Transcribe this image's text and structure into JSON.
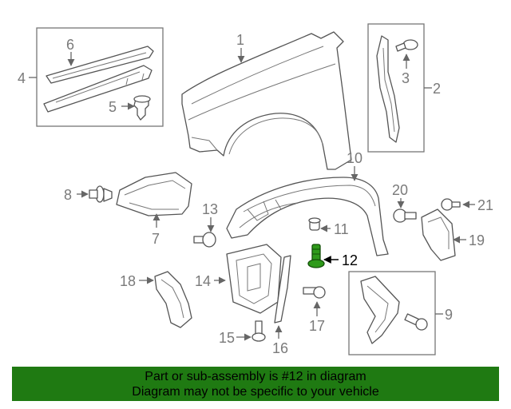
{
  "labels": {
    "l1": "1",
    "l2": "2",
    "l3": "3",
    "l4": "4",
    "l5": "5",
    "l6": "6",
    "l7": "7",
    "l8": "8",
    "l9": "9",
    "l10": "10",
    "l11": "11",
    "l12": "12",
    "l13": "13",
    "l14": "14",
    "l15": "15",
    "l16": "16",
    "l17": "17",
    "l18": "18",
    "l19": "19",
    "l20": "20",
    "l21": "21"
  },
  "footer": {
    "line1": "Part or sub-assembly is #12 in diagram",
    "line2": "Diagram may not be specific to your vehicle"
  },
  "colors": {
    "footer_bg": "#1f7a12",
    "highlight_part": "#2e9a1a",
    "line_art": "#555555"
  }
}
